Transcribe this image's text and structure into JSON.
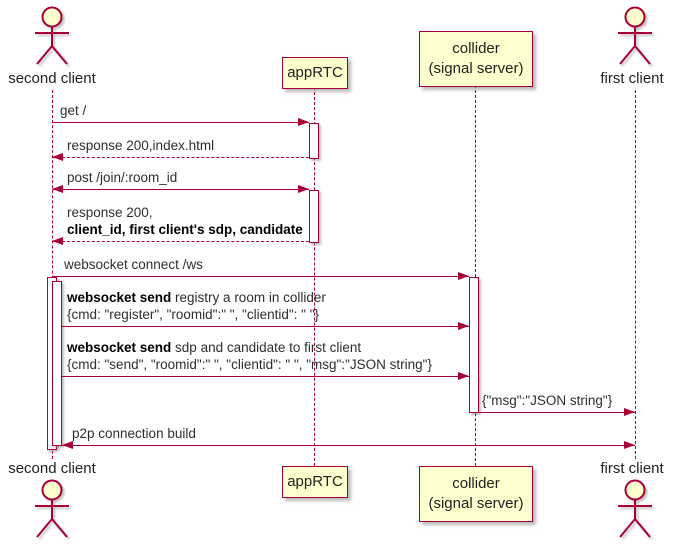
{
  "colors": {
    "accent": "#A80036",
    "participant_fill": "#FEFECE",
    "text": "#2e2e2e"
  },
  "participants": [
    {
      "id": "second-client",
      "kind": "actor",
      "label": "second client"
    },
    {
      "id": "apprtc",
      "kind": "participant",
      "label": "appRTC"
    },
    {
      "id": "collider",
      "kind": "participant",
      "label": "collider",
      "label2": "(signal server)"
    },
    {
      "id": "first-client",
      "kind": "actor",
      "label": "first client"
    }
  ],
  "messages": [
    {
      "id": "get",
      "style": "solid",
      "direction": "right",
      "from": "second-client",
      "to": "apprtc",
      "lines": [
        {
          "text": "get /"
        }
      ]
    },
    {
      "id": "response-index",
      "style": "dashed",
      "direction": "left",
      "from": "apprtc",
      "to": "second-client",
      "lines": [
        {
          "text": "response 200,index.html"
        }
      ]
    },
    {
      "id": "post-join",
      "style": "solid",
      "direction": "both",
      "from": "second-client",
      "to": "apprtc",
      "lines": [
        {
          "text": "post /join/:room_id"
        }
      ]
    },
    {
      "id": "response-sdp",
      "style": "dashed",
      "direction": "left",
      "from": "apprtc",
      "to": "second-client",
      "lines": [
        {
          "text": "response 200,"
        },
        {
          "text": "client_id, first client's sdp, candidate",
          "bold": true
        }
      ]
    },
    {
      "id": "ws-connect",
      "style": "solid",
      "direction": "right",
      "from": "second-client",
      "to": "collider",
      "lines": [
        {
          "text": "websocket connect /ws"
        }
      ]
    },
    {
      "id": "ws-register",
      "style": "solid",
      "direction": "right",
      "from": "second-client",
      "to": "collider",
      "lines": [
        {
          "bold_prefix": "websocket send",
          "text": " registry a room in collider"
        },
        {
          "text": "{cmd: \"register\", \"roomid\":\" \", \"clientid\": \" \"}"
        }
      ]
    },
    {
      "id": "ws-send-sdp",
      "style": "solid",
      "direction": "right",
      "from": "second-client",
      "to": "collider",
      "lines": [
        {
          "bold_prefix": "websocket send",
          "text": " sdp and candidate to first client"
        },
        {
          "text": "{cmd: \"send\", \"roomid\":\" \", \"clientid\": \" \", \"msg\":\"JSON string\"}"
        }
      ]
    },
    {
      "id": "msg-json",
      "style": "solid",
      "direction": "right",
      "from": "collider",
      "to": "first-client",
      "lines": [
        {
          "text": "{\"msg\":\"JSON string\"}"
        }
      ]
    },
    {
      "id": "p2p",
      "style": "solid",
      "direction": "both",
      "from": "second-client",
      "to": "first-client",
      "lines": [
        {
          "text": "p2p connection build"
        }
      ]
    }
  ]
}
